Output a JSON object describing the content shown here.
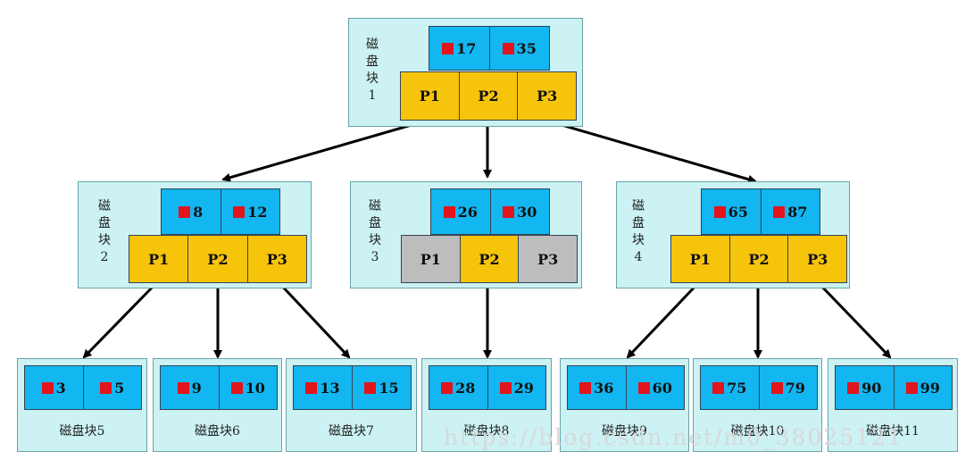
{
  "root": {
    "label": [
      "磁",
      "盘",
      "块",
      "1"
    ],
    "keys": [
      "17",
      "35"
    ],
    "pointers": [
      "P1",
      "P2",
      "P3"
    ]
  },
  "mid": [
    {
      "label": [
        "磁",
        "盘",
        "块",
        "2"
      ],
      "keys": [
        "8",
        "12"
      ],
      "pointers": [
        "P1",
        "P2",
        "P3"
      ]
    },
    {
      "label": [
        "磁",
        "盘",
        "块",
        "3"
      ],
      "keys": [
        "26",
        "30"
      ],
      "pointers": [
        "P1",
        "P2",
        "P3"
      ]
    },
    {
      "label": [
        "磁",
        "盘",
        "块",
        "4"
      ],
      "keys": [
        "65",
        "87"
      ],
      "pointers": [
        "P1",
        "P2",
        "P3"
      ]
    }
  ],
  "leaves": [
    {
      "label": "磁盘块5",
      "keys": [
        "3",
        "5"
      ]
    },
    {
      "label": "磁盘块6",
      "keys": [
        "9",
        "10"
      ]
    },
    {
      "label": "磁盘块7",
      "keys": [
        "13",
        "15"
      ]
    },
    {
      "label": "磁盘块8",
      "keys": [
        "28",
        "29"
      ]
    },
    {
      "label": "磁盘块9",
      "keys": [
        "36",
        "60"
      ]
    },
    {
      "label": "磁盘块10",
      "keys": [
        "75",
        "79"
      ]
    },
    {
      "label": "磁盘块11",
      "keys": [
        "90",
        "99"
      ]
    }
  ],
  "watermark": "https://blog.csdn.net/m0_38025121",
  "colors": {
    "block_bg": "#ccf2f3",
    "key_bg": "#12b6f0",
    "pointer_bg": "#f7c40c",
    "pointer_unused": "#bdbdbd",
    "marker": "#e2141c"
  }
}
